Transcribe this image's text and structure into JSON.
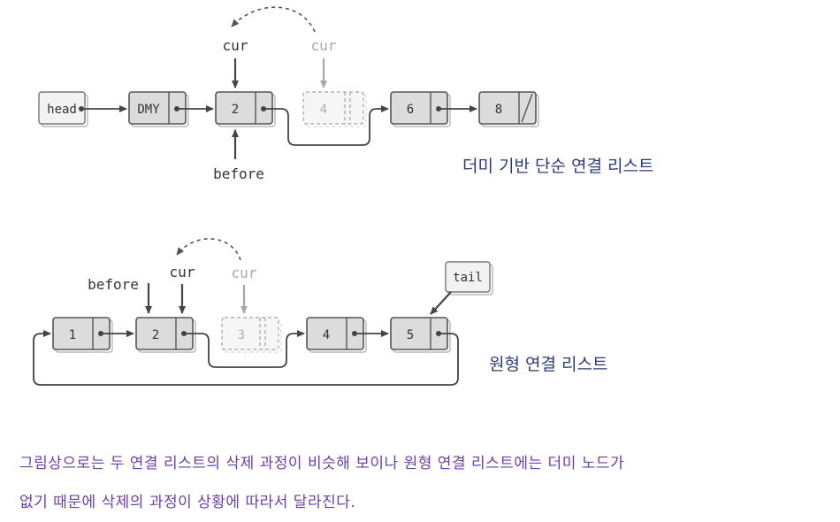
{
  "diagram1": {
    "title": "더미 기반 단순 연결 리스트",
    "head_label": "head",
    "nodes": [
      "DMY",
      "2",
      "4",
      "6",
      "8"
    ],
    "pointers": {
      "cur_new": "cur",
      "cur_old": "cur",
      "before": "before"
    }
  },
  "diagram2": {
    "title": "원형 연결 리스트",
    "tail_label": "tail",
    "nodes": [
      "1",
      "2",
      "3",
      "4",
      "5"
    ],
    "pointers": {
      "before": "before",
      "cur_new": "cur",
      "cur_old": "cur"
    }
  },
  "caption": {
    "line1": "그림상으로는 두 연결 리스트의 삭제 과정이 비슷해 보이나 원형 연결 리스트에는 더미 노드가",
    "line2": "없기 때문에 삭제의 과정이 상황에 따라서 달라진다."
  },
  "colors": {
    "title": "#2b3c7a",
    "caption": "#6a3fa6",
    "node_fill": "#dcdcdc"
  }
}
